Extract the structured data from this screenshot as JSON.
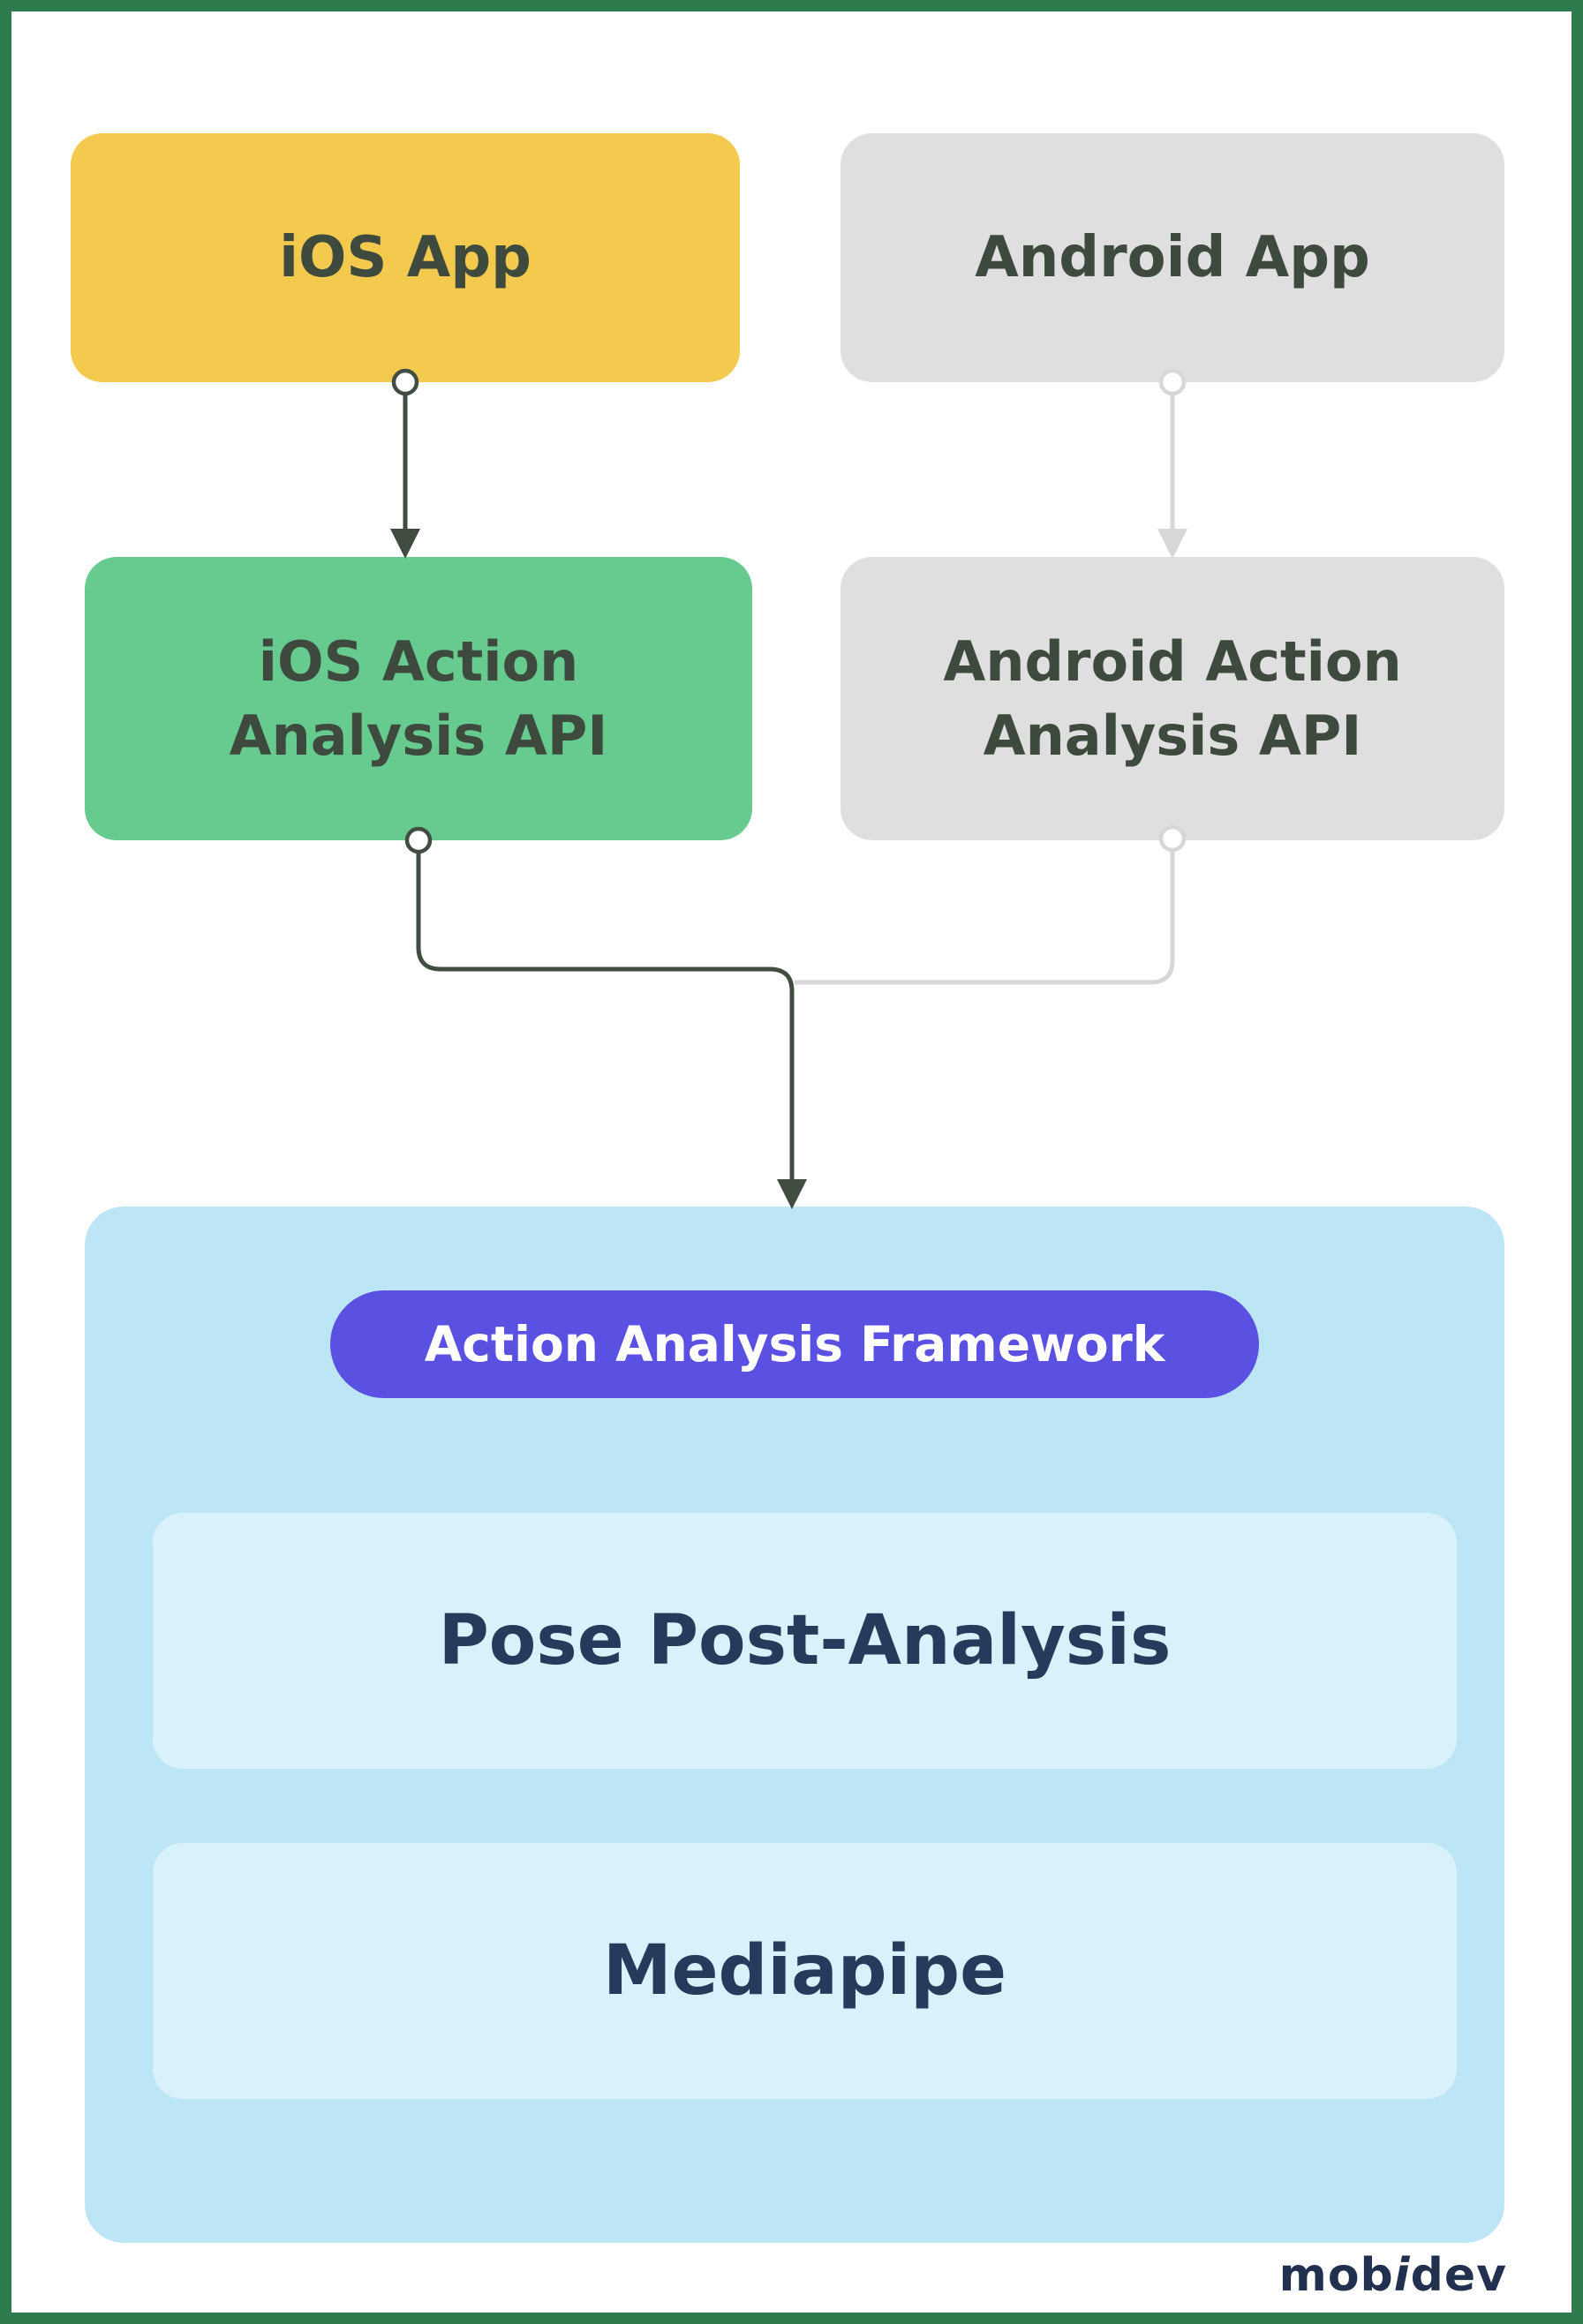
{
  "palette": {
    "frame_green": "#2E7B4E",
    "surface_white": "#FFFFFF",
    "yellow_node": "#F3CA4D",
    "gray_node": "#DFDFDF",
    "green_node": "#67CB90",
    "container_blue": "#BCE5F6",
    "inner_box_blue": "#D9F1FB",
    "pill_purple": "#5A50E2",
    "node_label_color": "#3D4A3D",
    "navy_text": "#283A5B"
  },
  "nodes": {
    "ios_app": {
      "label": "iOS App"
    },
    "android_app": {
      "label": "Android App"
    },
    "ios_api": {
      "label": "iOS Action\nAnalysis API"
    },
    "android_api": {
      "label": "Android Action\nAnalysis API"
    },
    "framework_pill": {
      "label": "Action Analysis Framework"
    },
    "pose_post_analysis": {
      "label": "Pose Post-Analysis"
    },
    "mediapipe": {
      "label": "Mediapipe"
    }
  },
  "connectors": {
    "dark_color": "#414D41",
    "light_color": "#D7D7D7"
  },
  "logo": {
    "prefix": "mob",
    "italic_i": "i",
    "suffix": "dev"
  }
}
